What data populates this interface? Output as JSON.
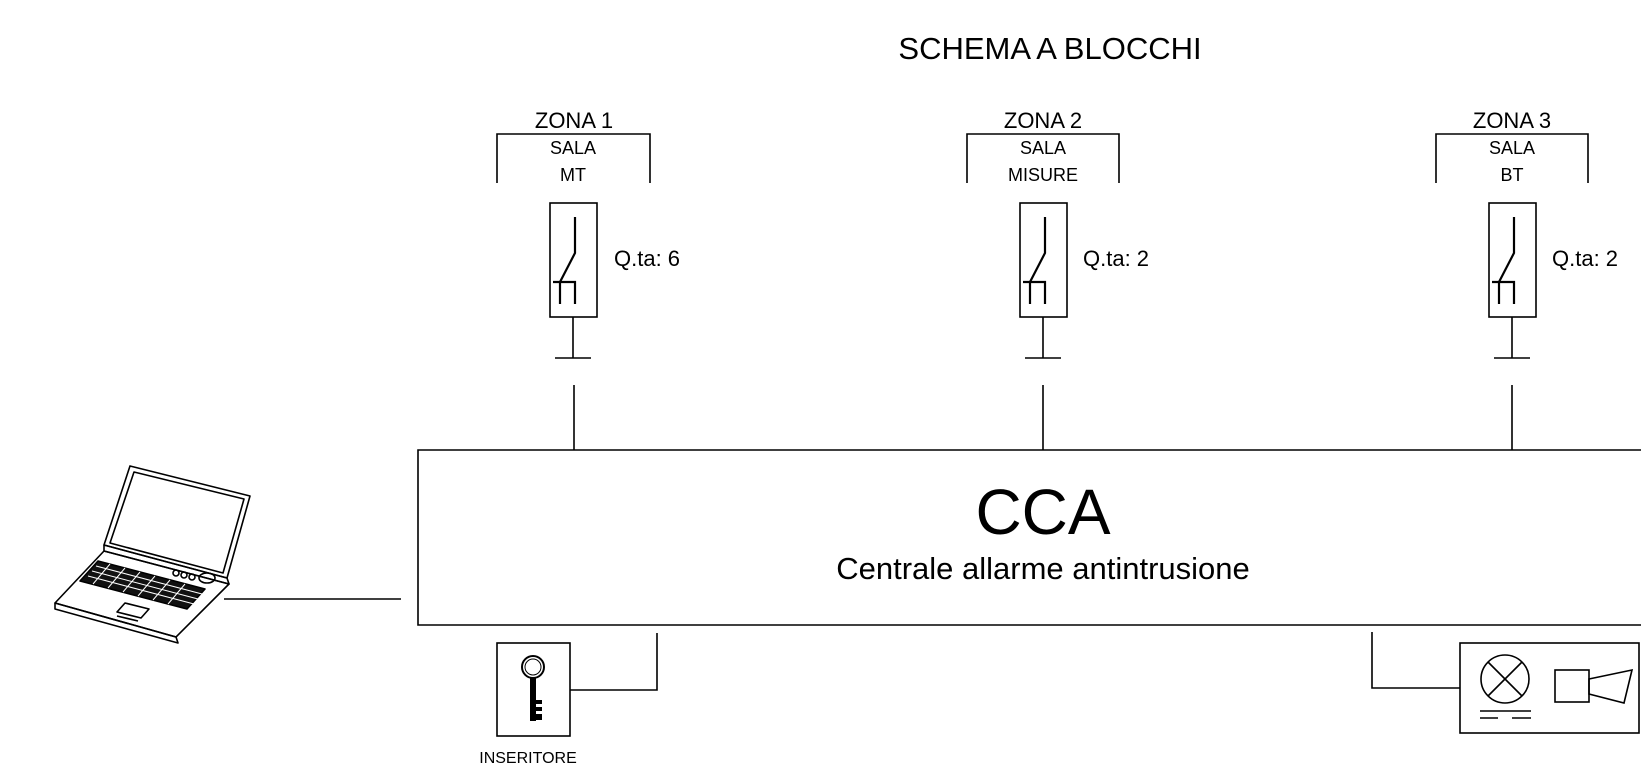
{
  "title": "SCHEMA A BLOCCHI",
  "zones": [
    {
      "name": "ZONA 1",
      "room_line1": "SALA",
      "room_line2": "MT",
      "quantity": "Q.ta: 6"
    },
    {
      "name": "ZONA 2",
      "room_line1": "SALA",
      "room_line2": "MISURE",
      "quantity": "Q.ta: 2"
    },
    {
      "name": "ZONA 3",
      "room_line1": "SALA",
      "room_line2": "BT",
      "quantity": "Q.ta: 2"
    }
  ],
  "central": {
    "title": "CCA",
    "subtitle": "Centrale allarme antintrusione"
  },
  "key_switch": {
    "label": "INSERITORE"
  },
  "icons": {
    "laptop": "laptop-icon",
    "key": "key-icon",
    "detector": "intrusion-detector-icon",
    "lamp": "lamp-icon",
    "siren": "siren-icon"
  }
}
